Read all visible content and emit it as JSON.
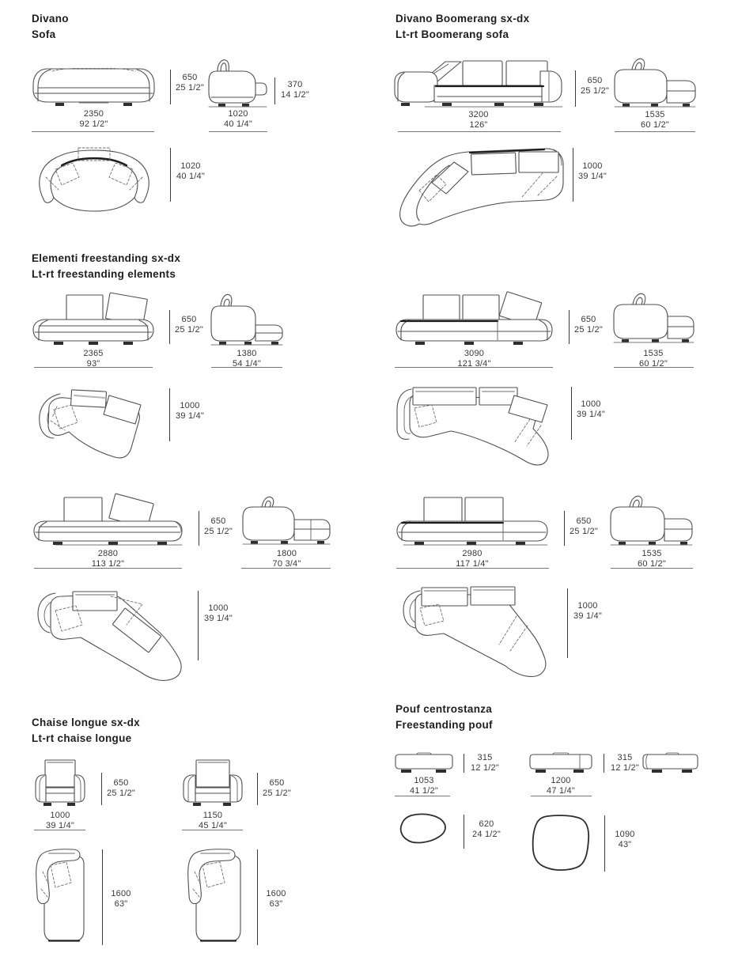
{
  "page": {
    "background": "#ffffff",
    "line_color": "#4f4f4f",
    "dark_accent": "#1c1c1c",
    "text_color": "#383838"
  },
  "divano": {
    "title_it": "Divano",
    "title_en": "Sofa",
    "front": {
      "width_mm": "2350",
      "width_in": "92 1/2\"",
      "height_mm": "650",
      "height_in": "25 1/2\""
    },
    "side": {
      "depth_mm": "1020",
      "depth_in": "40 1/4\"",
      "seat_mm": "370",
      "seat_in": "14 1/2\""
    },
    "top": {
      "depth_mm": "1020",
      "depth_in": "40 1/4\""
    }
  },
  "boomerang": {
    "title_it": "Divano Boomerang sx-dx",
    "title_en": "Lt-rt Boomerang sofa",
    "front": {
      "width_mm": "3200",
      "width_in": "126\"",
      "height_mm": "650",
      "height_in": "25 1/2\""
    },
    "side": {
      "depth_mm": "1535",
      "depth_in": "60 1/2\""
    },
    "top": {
      "depth_mm": "1000",
      "depth_in": "39 1/4\""
    }
  },
  "elementi": {
    "title_it": "Elementi freestanding sx-dx",
    "title_en": "Lt-rt freestanding elements",
    "r1l_front": {
      "width_mm": "2365",
      "width_in": "93\"",
      "height_mm": "650",
      "height_in": "25 1/2\""
    },
    "r1l_side": {
      "depth_mm": "1380",
      "depth_in": "54 1/4\""
    },
    "r1r_front": {
      "width_mm": "3090",
      "width_in": "121 3/4\"",
      "height_mm": "650",
      "height_in": "25 1/2\""
    },
    "r1r_side": {
      "depth_mm": "1535",
      "depth_in": "60 1/2\""
    },
    "r1l_top": {
      "depth_mm": "1000",
      "depth_in": "39 1/4\""
    },
    "r1r_top": {
      "depth_mm": "1000",
      "depth_in": "39 1/4\""
    },
    "r2l_front": {
      "width_mm": "2880",
      "width_in": "113 1/2\"",
      "height_mm": "650",
      "height_in": "25 1/2\""
    },
    "r2l_side": {
      "depth_mm": "1800",
      "depth_in": "70 3/4\""
    },
    "r2r_front": {
      "width_mm": "2980",
      "width_in": "117 1/4\"",
      "height_mm": "650",
      "height_in": "25 1/2\""
    },
    "r2r_side": {
      "depth_mm": "1535",
      "depth_in": "60 1/2\""
    },
    "r2l_top": {
      "depth_mm": "1000",
      "depth_in": "39 1/4\""
    },
    "r2r_top": {
      "depth_mm": "1000",
      "depth_in": "39 1/4\""
    }
  },
  "chaise": {
    "title_it": "Chaise longue sx-dx",
    "title_en": "Lt-rt chaise longue",
    "left_front": {
      "width_mm": "1000",
      "width_in": "39 1/4\"",
      "height_mm": "650",
      "height_in": "25 1/2\""
    },
    "right_front": {
      "width_mm": "1150",
      "width_in": "45 1/4\"",
      "height_mm": "650",
      "height_in": "25 1/2\""
    },
    "left_top": {
      "depth_mm": "1600",
      "depth_in": "63\""
    },
    "right_top": {
      "depth_mm": "1600",
      "depth_in": "63\""
    }
  },
  "pouf": {
    "title_it": "Pouf centrostanza",
    "title_en": "Freestanding pouf",
    "small_front": {
      "width_mm": "1053",
      "width_in": "41 1/2\"",
      "height_mm": "315",
      "height_in": "12 1/2\""
    },
    "large_front": {
      "width_mm": "1200",
      "width_in": "47 1/4\"",
      "height_mm": "315",
      "height_in": "12 1/2\""
    },
    "small_top": {
      "width_mm": "620",
      "width_in": "24 1/2\""
    },
    "large_top": {
      "depth_mm": "1090",
      "depth_in": "43\""
    }
  }
}
